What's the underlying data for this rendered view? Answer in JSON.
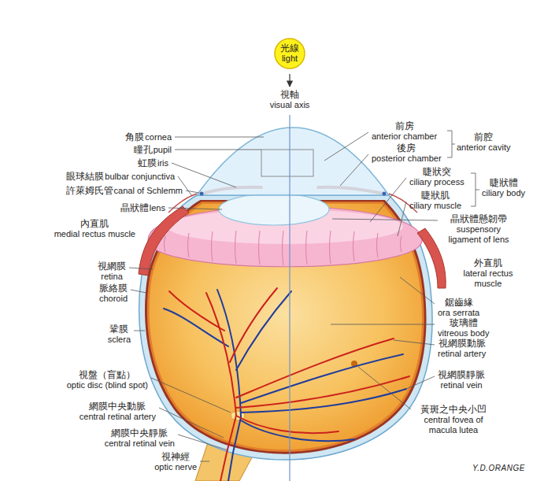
{
  "diagram": {
    "nodes": [
      {
        "text": [
          "光線",
          "light"
        ]
      }
    ],
    "labels": [
      "視軸",
      "visual axis",
      "角膜",
      "cornea",
      "瞳孔",
      "pupil",
      "虹膜",
      "iris",
      "眼球結膜",
      "bulbar conjunctiva",
      "許萊姆氏管",
      "canal of Schlemm",
      "晶狀體",
      "lens",
      "內直肌",
      "medial rectus muscle",
      "視網膜",
      "retina",
      "脈絡膜",
      "choroid",
      "鞏膜",
      "sclera",
      "視盤（盲點）",
      "optic disc (blind spot)",
      "網膜中央動脈",
      "central retinal artery",
      "網膜中央靜脈",
      "central retinal vein",
      "視神經",
      "optic nerve",
      "前房",
      "anterior chamber",
      "後房",
      "posterior chamber",
      "前腔",
      "anterior cavity",
      "睫狀突",
      "ciliary process",
      "睫狀肌",
      "ciliary muscle",
      "睫狀體",
      "ciliary body",
      "晶狀體懸韌帶",
      "suspensory ligament of lens",
      "外直肌",
      "lateral rectus muscle",
      "鋸齒緣",
      "ora serrata",
      "玻璃體",
      "vitreous body",
      "視網膜動脈",
      "retinal artery",
      "視網膜靜脈",
      "retinal vein",
      "黃斑之中央小凹",
      "central fovea of macula lutea",
      "Y.D.ORANGE"
    ]
  }
}
